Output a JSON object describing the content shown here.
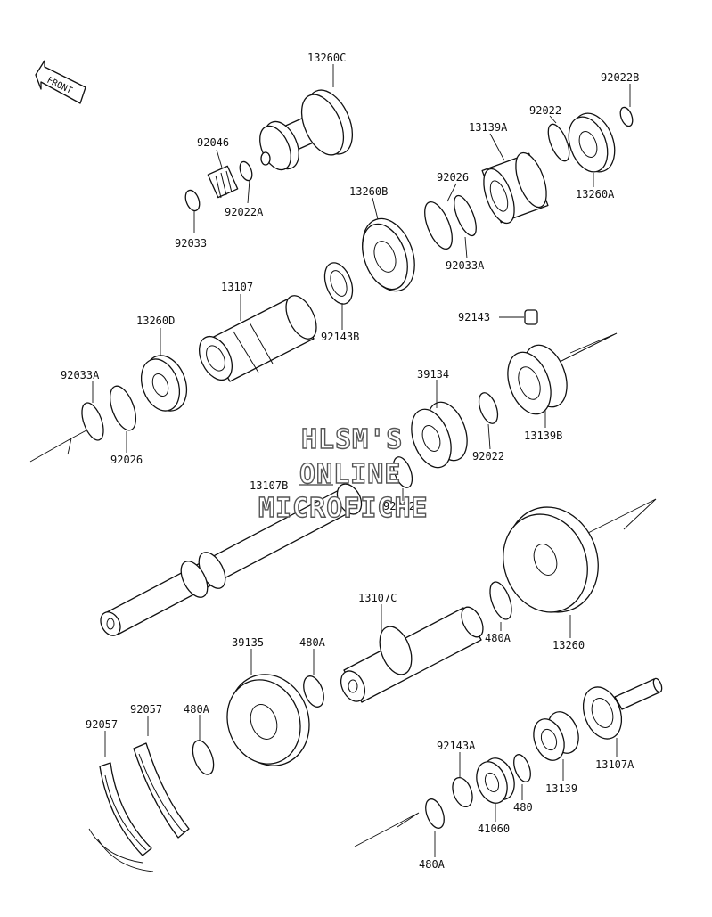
{
  "front_label": "FRONT",
  "watermark": [
    "HLSM'S",
    "ONLINE",
    "MICROFICHE"
  ],
  "parts": [
    {
      "key": "13260C",
      "label": "13260C"
    },
    {
      "key": "92022B",
      "label": "92022B"
    },
    {
      "key": "92046",
      "label": "92046"
    },
    {
      "key": "92022",
      "label": "92022"
    },
    {
      "key": "13139A",
      "label": "13139A"
    },
    {
      "key": "92022A",
      "label": "92022A"
    },
    {
      "key": "13260A",
      "label": "13260A"
    },
    {
      "key": "92026_top",
      "label": "92026"
    },
    {
      "key": "13260B",
      "label": "13260B"
    },
    {
      "key": "92033",
      "label": "92033"
    },
    {
      "key": "92033A_top",
      "label": "92033A"
    },
    {
      "key": "13107",
      "label": "13107"
    },
    {
      "key": "92143B",
      "label": "92143B"
    },
    {
      "key": "92143",
      "label": "92143"
    },
    {
      "key": "13260D",
      "label": "13260D"
    },
    {
      "key": "39134",
      "label": "39134"
    },
    {
      "key": "92033A_left",
      "label": "92033A"
    },
    {
      "key": "13139B",
      "label": "13139B"
    },
    {
      "key": "92026_left",
      "label": "92026"
    },
    {
      "key": "92022_mid",
      "label": "92022"
    },
    {
      "key": "13107B",
      "label": "13107B"
    },
    {
      "key": "92022_low",
      "label": "92022"
    },
    {
      "key": "13107C",
      "label": "13107C"
    },
    {
      "key": "480A_right",
      "label": "480A"
    },
    {
      "key": "13260",
      "label": "13260"
    },
    {
      "key": "39135",
      "label": "39135"
    },
    {
      "key": "480A_mid",
      "label": "480A"
    },
    {
      "key": "92057_a",
      "label": "92057"
    },
    {
      "key": "480A_left",
      "label": "480A"
    },
    {
      "key": "92057_b",
      "label": "92057"
    },
    {
      "key": "92143A",
      "label": "92143A"
    },
    {
      "key": "13107A",
      "label": "13107A"
    },
    {
      "key": "13139",
      "label": "13139"
    },
    {
      "key": "480",
      "label": "480"
    },
    {
      "key": "41060",
      "label": "41060"
    },
    {
      "key": "480A_bottom",
      "label": "480A"
    }
  ]
}
